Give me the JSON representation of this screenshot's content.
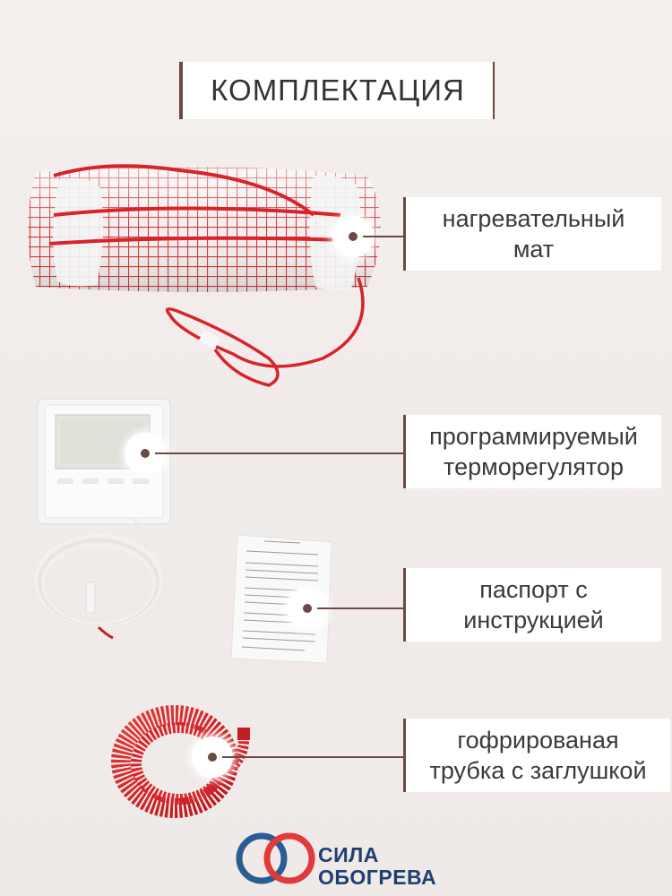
{
  "title": "КОМПЛЕКТАЦИЯ",
  "items": [
    {
      "line1": "нагревательный",
      "line2": "мат"
    },
    {
      "line1": "программируемый",
      "line2": "терморегулятор"
    },
    {
      "line1": "паспорт с",
      "line2": "инструкцией"
    },
    {
      "line1": "гофрированая",
      "line2": "трубка с заглушкой"
    }
  ],
  "logo": {
    "line1": "СИЛА",
    "line2": "ОБОГРЕВА"
  },
  "colors": {
    "accent": "#6b4a46",
    "cable_red": "#d8232a",
    "brand_blue": "#1f3f6e"
  }
}
